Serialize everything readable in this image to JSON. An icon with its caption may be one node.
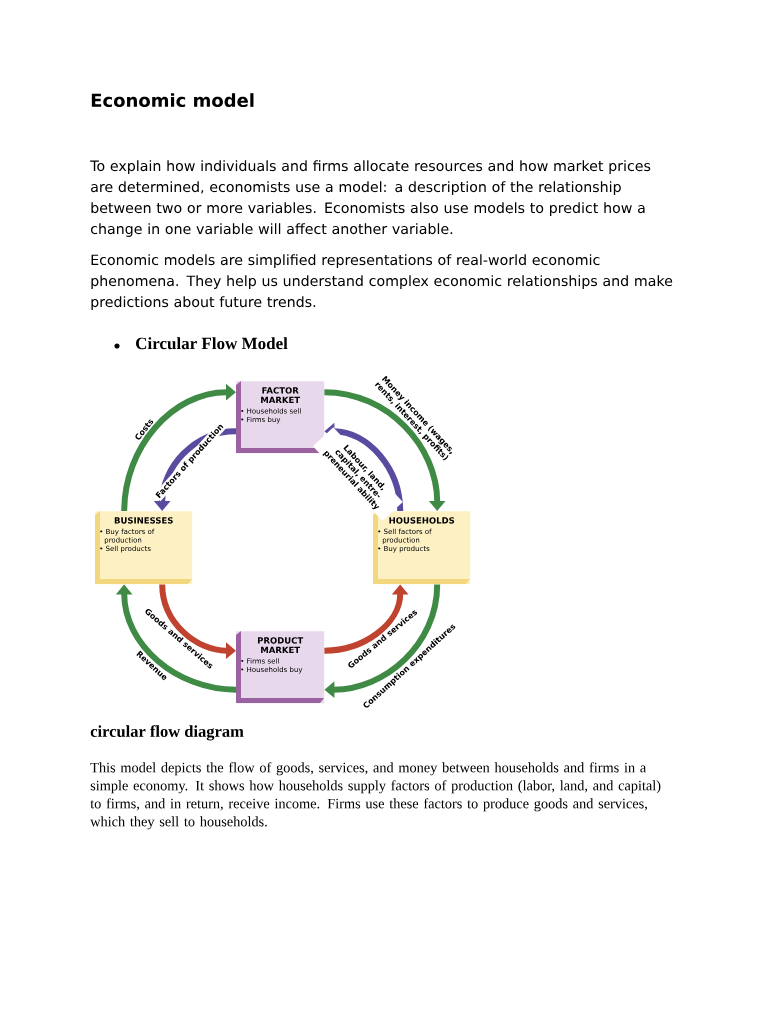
{
  "diagram": {
    "title": "Economic model",
    "caption": "circular flow diagram",
    "nodes": [
      {
        "text": [
          "FACTOR MARKET",
          "• Households sell",
          "• Firms buy"
        ]
      },
      {
        "text": [
          "BUSINESSES",
          "• Buy factors of production",
          "• Sell products"
        ]
      },
      {
        "text": [
          "HOUSEHOLDS",
          "• Sell factors of production",
          "• Buy products"
        ]
      },
      {
        "text": [
          "PRODUCT MARKET",
          "• Firms sell",
          "• Households buy"
        ]
      }
    ],
    "edges": [
      {
        "from": 1,
        "to": 0,
        "arrow": "to",
        "label": "Costs"
      },
      {
        "from": 0,
        "to": 1,
        "arrow": "to",
        "label": "Factors of production",
        "color": "#5a4aa0"
      },
      {
        "from": 0,
        "to": 2,
        "arrow": "to",
        "label": "Money income (wages, rents, interest, profits)"
      },
      {
        "from": 2,
        "to": 0,
        "arrow": "to",
        "label": "Labour, land, capital, entre- preneurial ability",
        "color": "#5a4aa0"
      },
      {
        "from": 1,
        "to": 3,
        "arrow": "to",
        "label": "Goods and services",
        "color": "#c0432f"
      },
      {
        "from": 3,
        "to": 2,
        "arrow": "to",
        "label": "Goods and services",
        "color": "#c0432f"
      },
      {
        "from": 2,
        "to": 3,
        "arrow": "to",
        "label": "Consumption expenditures"
      },
      {
        "from": 3,
        "to": 1,
        "arrow": "to",
        "label": "Revenue"
      }
    ],
    "labels": [
      "To explain how individuals and firms allocate resources and how market prices are determined, economists use a model: a description of the relationship between two or more variables. Economists also use models to predict how a change in one variable will affect another variable.",
      "Economic models are simplified representations of real-world economic phenomena. They help us understand complex economic relationships and make predictions about future trends.",
      "Circular Flow Model",
      "This model depicts the flow of goods, services, and money between households and firms in a simple economy. It shows how households supply factors of production (labor, land, and capital) to firms, and in return, receive income. Firms use these factors to produce goods and services, which they sell to households."
    ]
  }
}
